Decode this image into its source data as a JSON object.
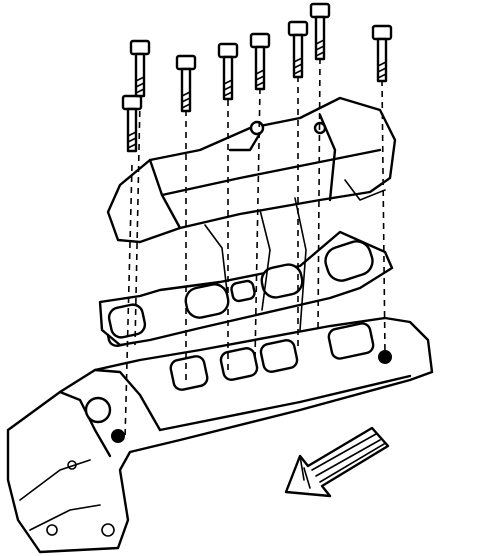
{
  "colors": {
    "ink": "#000000",
    "paper": "#ffffff"
  },
  "bolts": [
    {
      "id": "bolt-1",
      "icon": "bolt-icon"
    },
    {
      "id": "bolt-2",
      "icon": "bolt-icon"
    },
    {
      "id": "bolt-3",
      "icon": "bolt-icon"
    },
    {
      "id": "bolt-4",
      "icon": "bolt-icon"
    },
    {
      "id": "bolt-5",
      "icon": "bolt-icon"
    },
    {
      "id": "bolt-6",
      "icon": "bolt-icon"
    },
    {
      "id": "bolt-7",
      "icon": "bolt-icon"
    },
    {
      "id": "bolt-8",
      "icon": "bolt-icon"
    }
  ],
  "direction_arrow": {
    "icon": "front-direction-arrow-icon"
  }
}
